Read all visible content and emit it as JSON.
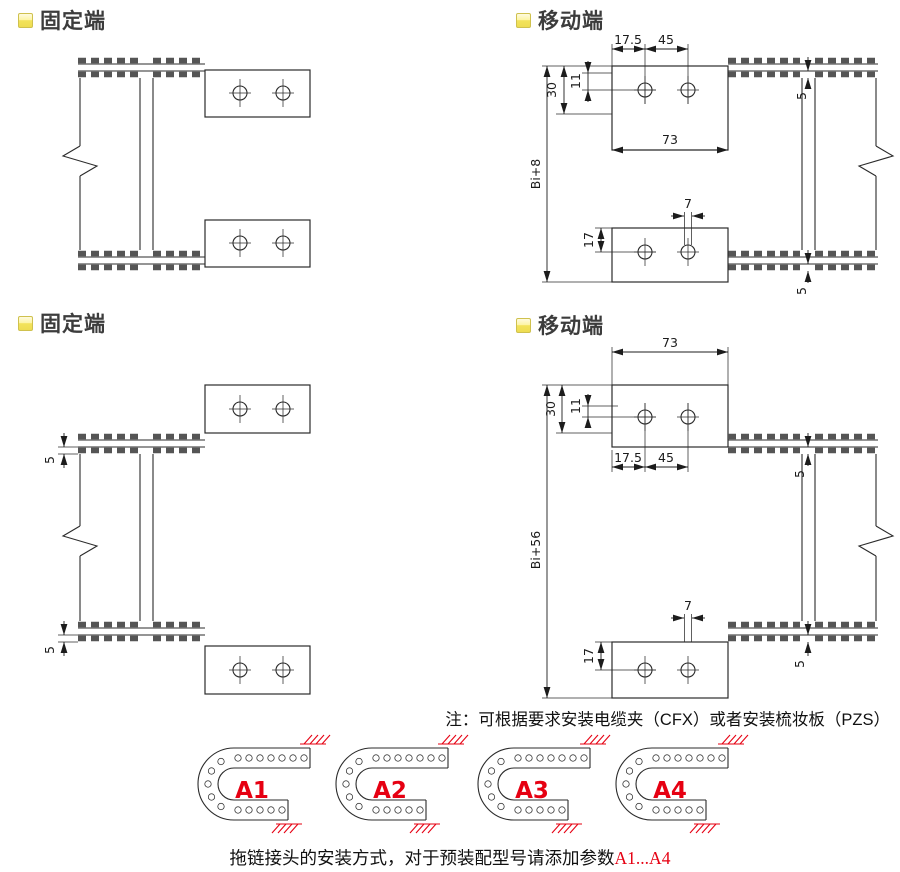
{
  "colors": {
    "accent_red": "#e60012",
    "line": "#2b2b2b",
    "icon_yellow": "#f3e35b"
  },
  "panels": {
    "fixed1": {
      "title": "固定端"
    },
    "moving1": {
      "title": "移动端",
      "dims": {
        "w_offset": "17.5",
        "w_holes": "45",
        "h_top": "30",
        "h_hole": "11",
        "w_plate": "73",
        "bi": "Bi+8",
        "slot": "7",
        "h_bottom": "17",
        "off_top": "5",
        "off_bottom": "5"
      }
    },
    "fixed2": {
      "title": "固定端",
      "dims": {
        "off_top": "5",
        "off_bottom": "5"
      }
    },
    "moving2": {
      "title": "移动端",
      "dims": {
        "w_plate": "73",
        "h_hole": "11",
        "h_top": "30",
        "w_offset": "17.5",
        "w_holes": "45",
        "bi": "Bi+56",
        "slot": "7",
        "h_bottom": "17",
        "off_top": "5",
        "off_bottom": "5"
      }
    }
  },
  "note": "注：可根据要求安装电缆夹（CFX）或者安装梳妆板（PZS）",
  "chains": [
    {
      "label": "A1"
    },
    {
      "label": "A2"
    },
    {
      "label": "A3"
    },
    {
      "label": "A4"
    }
  ],
  "caption": {
    "text": "拖链接头的安装方式，对于预装配型号请添加参数",
    "highlight": "A1...A4"
  }
}
